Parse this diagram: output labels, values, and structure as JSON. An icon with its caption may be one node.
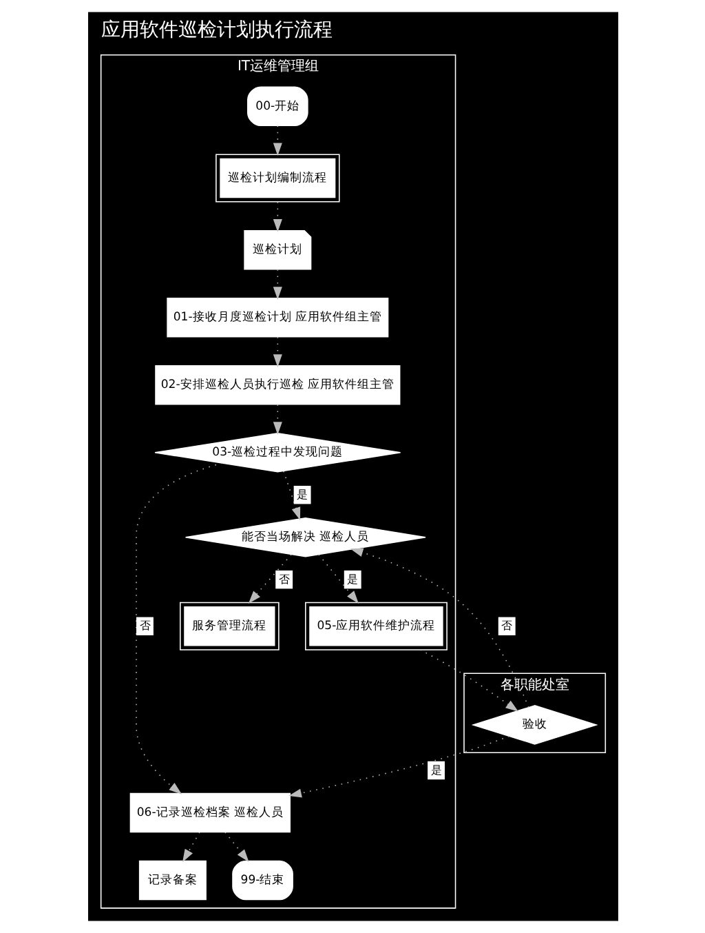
{
  "diagram": {
    "title": "应用软件巡检计划执行流程",
    "nodes": [
      {
        "text": [
          "IT运维管理组"
        ]
      },
      {
        "text": [
          "各职能处室"
        ]
      },
      {
        "text": [
          "00-开始"
        ],
        "in": 0
      },
      {
        "text": [
          "巡检计划编制流程"
        ],
        "in": 0
      },
      {
        "text": [
          "巡检计划"
        ],
        "in": 0
      },
      {
        "text": [
          "01-接收月度巡检计划 应用软件组主管"
        ],
        "in": 0
      },
      {
        "text": [
          "02-安排巡检人员执行巡检 应用软件组主管"
        ],
        "in": 0
      },
      {
        "text": [
          "03-巡检过程中发现问题"
        ],
        "in": 0
      },
      {
        "text": [
          "能否当场解决 巡检人员"
        ],
        "in": 0
      },
      {
        "text": [
          "服务管理流程"
        ],
        "in": 0
      },
      {
        "text": [
          "05-应用软件维护流程"
        ],
        "in": 0
      },
      {
        "text": [
          "验收"
        ],
        "in": 1
      },
      {
        "text": [
          "记录备案"
        ],
        "in": 0
      },
      {
        "text": [
          "06-记录巡检档案 巡检人员"
        ],
        "in": 0
      },
      {
        "text": [
          "99-结束"
        ],
        "in": 0
      }
    ],
    "edges": [
      {
        "from": 2,
        "to": 3,
        "arrow": "to"
      },
      {
        "from": 3,
        "to": 4,
        "arrow": "to"
      },
      {
        "from": 4,
        "to": 5,
        "arrow": "to"
      },
      {
        "from": 5,
        "to": 6,
        "arrow": "to"
      },
      {
        "from": 6,
        "to": 7,
        "arrow": "to"
      },
      {
        "from": 7,
        "to": 8,
        "arrow": "to",
        "label": "是"
      },
      {
        "from": 8,
        "to": 9,
        "arrow": "to",
        "label": "否"
      },
      {
        "from": 8,
        "to": 10,
        "arrow": "to",
        "label": "是"
      },
      {
        "from": 7,
        "to": 13,
        "arrow": "to",
        "label": "否"
      },
      {
        "from": 10,
        "to": 11,
        "arrow": "to"
      },
      {
        "from": 11,
        "to": 8,
        "arrow": "to",
        "label": "否"
      },
      {
        "from": 11,
        "to": 13,
        "arrow": "to",
        "label": "是"
      },
      {
        "from": 13,
        "to": 12,
        "arrow": "to"
      },
      {
        "from": 13,
        "to": 14,
        "arrow": "to"
      }
    ]
  }
}
